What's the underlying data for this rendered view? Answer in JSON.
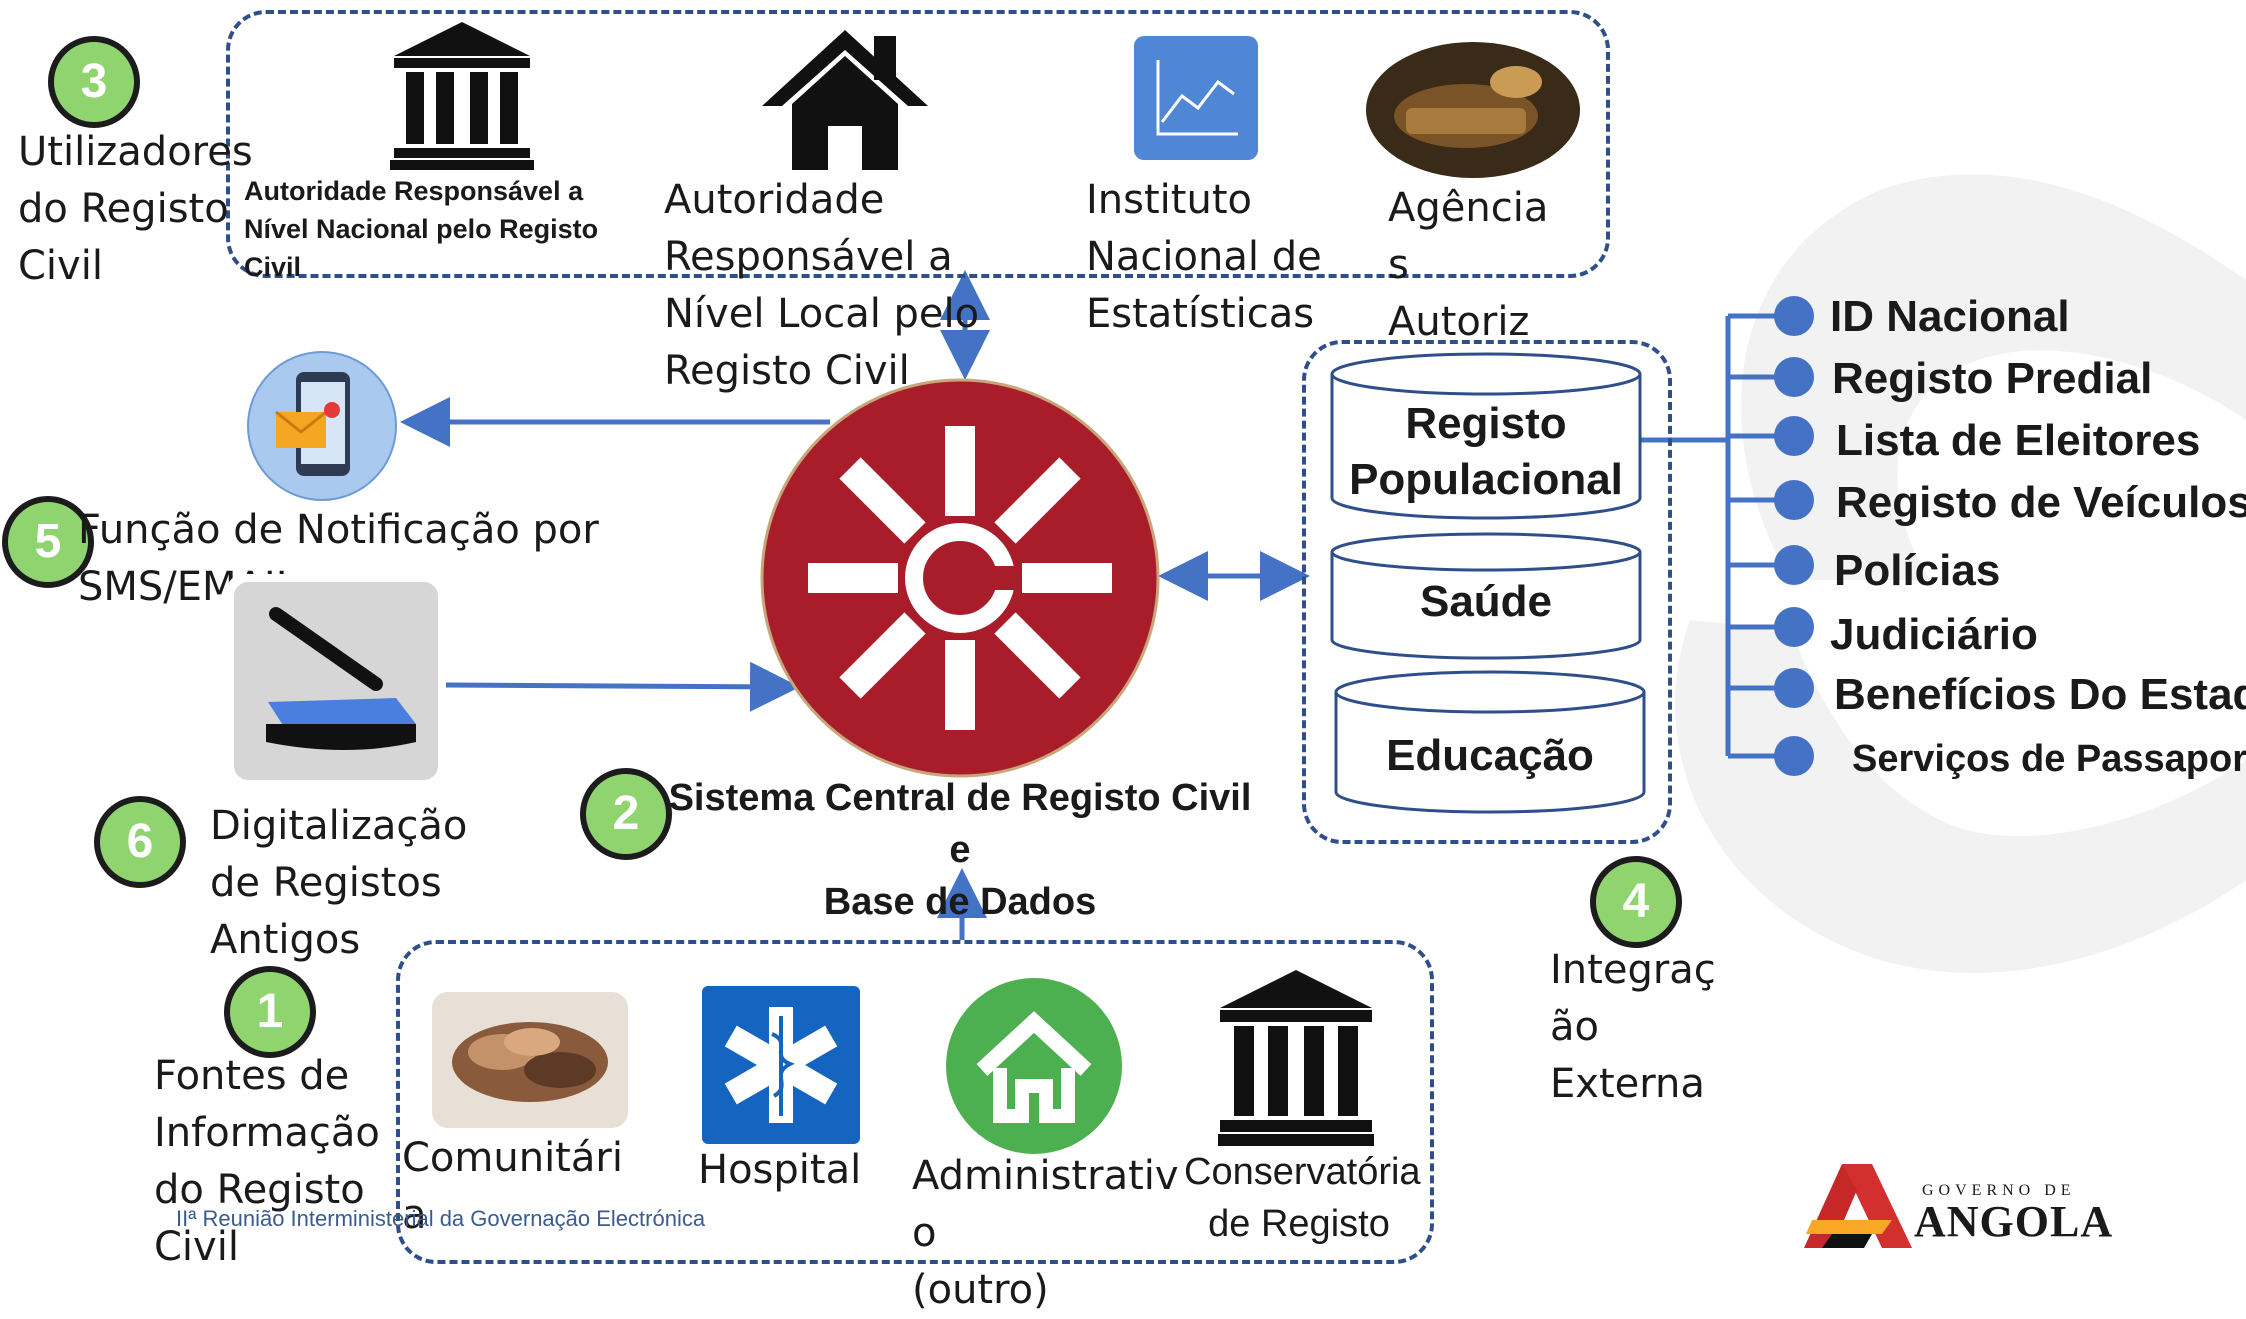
{
  "colors": {
    "accent_blue": "#4472c4",
    "dashed_border": "#2f4f8a",
    "badge_green": "#8fd46f",
    "central_red": "#a91d2b",
    "hospital_blue": "#1565c0",
    "admin_green": "#4caf50"
  },
  "badges": {
    "b1": "1",
    "b2": "2",
    "b3": "3",
    "b4": "4",
    "b5": "5",
    "b6": "6"
  },
  "users": {
    "section_label": "Utilizadores\ndo Registo\nCivil",
    "national_authority": "Autoridade Responsável a\nNível Nacional pelo Registo\nCivil",
    "local_authority": "Autoridade\nResponsável a\nNível Local pelo\nRegisto Civil",
    "statistics": "Instituto\nNacional de\nEstatísticas",
    "agencies": "Agência\ns\nAutoriz\nadas"
  },
  "central": {
    "title": "Sistema Central de Registo Civil e\nBase de Dados"
  },
  "notification": {
    "label": "Função de Notificação por\nSMS/EMAIL"
  },
  "digitization": {
    "label": "Digitalização\nde Registos\nAntigos"
  },
  "sources": {
    "section_label": "Fontes de\nInformação\ndo Registo\nCivil",
    "community": "Comunitári\na",
    "hospital": "Hospital",
    "administrative": "Administrativ\no\n(outro)",
    "conservatoria": "Conservatória\nde Registo"
  },
  "databases": [
    "Registo\nPopulacional",
    "Saúde",
    "Educação"
  ],
  "integration": {
    "label": "Integraç\não\nExterna"
  },
  "external_systems": [
    "ID Nacional",
    "Registo Predial",
    "Lista de Eleitores",
    "Registo de Veículos",
    "Polícias",
    "Judiciário",
    "Benefícios Do Estado",
    "Serviços de Passaporte"
  ],
  "footer": {
    "text": "IIª Reunião Interministerial da Governação Electrónica"
  },
  "logo": {
    "small": "GOVERNO DE",
    "big": "ANGOLA"
  },
  "icons": {
    "national_authority": "institution-icon",
    "local_authority": "house-icon",
    "statistics": "line-chart-icon",
    "agencies": "book-icon",
    "notification": "phone-mail-icon",
    "digitization": "scanner-icon",
    "central": "registry-logo-icon",
    "community": "hands-icon",
    "hospital": "star-of-life-icon",
    "administrative": "home-circle-icon",
    "conservatoria": "institution-icon"
  }
}
